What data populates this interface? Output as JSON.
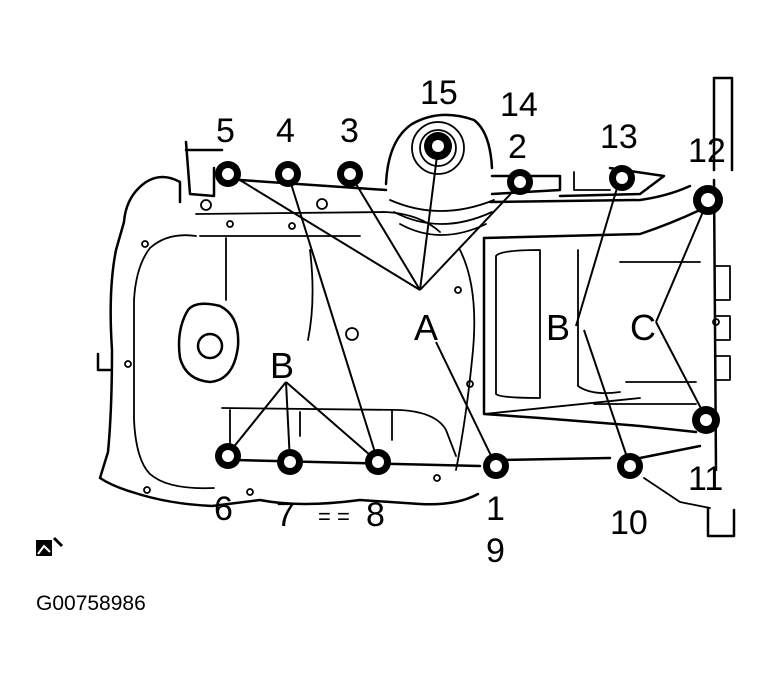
{
  "diagram": {
    "bolt_labels": [
      "1",
      "2",
      "3",
      "4",
      "5",
      "6",
      "7",
      "8",
      "9",
      "10",
      "11",
      "12",
      "13",
      "14",
      "15"
    ],
    "group_labels": [
      "A",
      "B",
      "B",
      "C"
    ],
    "figure_code": "G00758986",
    "separator": "= ="
  }
}
